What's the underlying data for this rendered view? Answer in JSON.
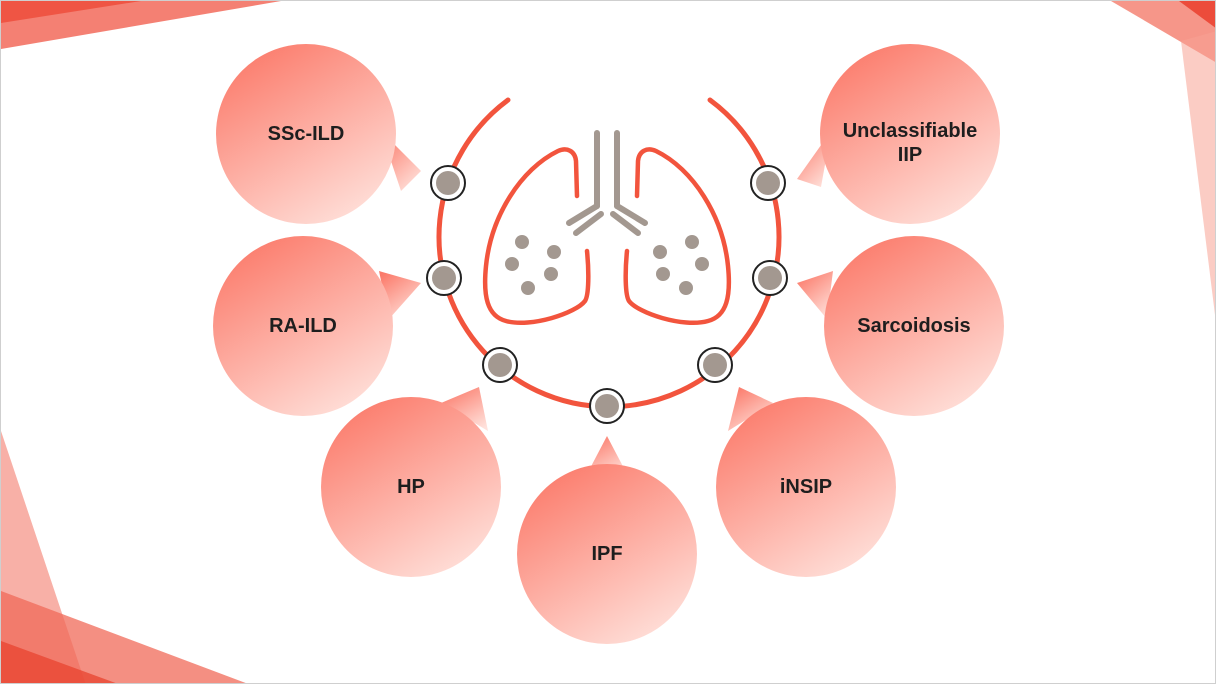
{
  "colors": {
    "accent": "#f2543d",
    "bubble_top": "#fb7a6a",
    "bubble_bottom": "#ffe2dc",
    "icon_gray": "#a39890",
    "node_ring": "#222222",
    "label": "#1e1e1e"
  },
  "diagram": {
    "center_icon": "lungs-icon",
    "categories": [
      {
        "id": "ssc-ild",
        "label": "SSc-ILD"
      },
      {
        "id": "ra-ild",
        "label": "RA-ILD"
      },
      {
        "id": "hp",
        "label": "HP"
      },
      {
        "id": "ipf",
        "label": "IPF"
      },
      {
        "id": "insip",
        "label": "iNSIP"
      },
      {
        "id": "sarcoidosis",
        "label": "Sarcoidosis"
      },
      {
        "id": "unclassifiable-iip",
        "label": "Unclassifiable\nIIP"
      }
    ]
  }
}
